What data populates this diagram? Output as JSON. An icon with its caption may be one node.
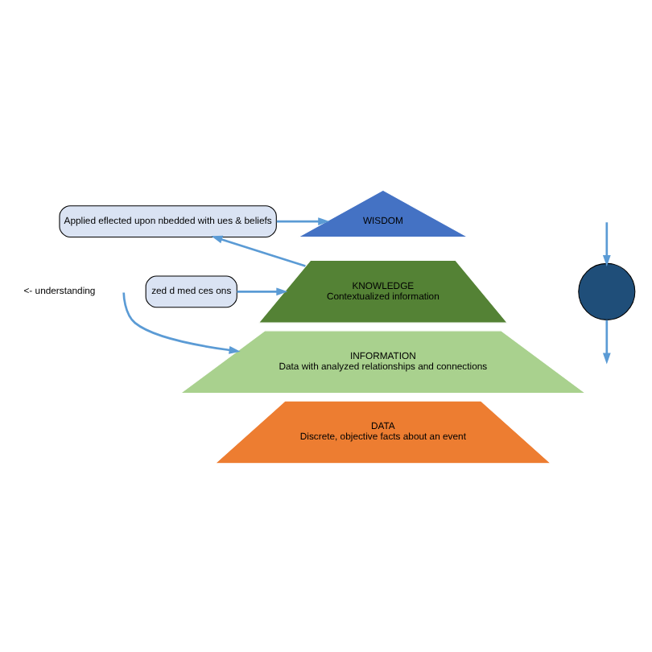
{
  "diagram": {
    "nodes": [
      {
        "text": [
          "WISDOM"
        ]
      },
      {
        "text": [
          "KNOWLEDGE",
          "Contextualized information"
        ]
      },
      {
        "text": [
          "INFORMATION",
          "Data with analyzed relationships and connections"
        ]
      },
      {
        "text": [
          "DATA",
          "Discrete, objective facts about an event"
        ]
      },
      {
        "text": [
          "Applied eflected upon nbedded with ues & beliefs"
        ]
      },
      {
        "text": [
          "zed d med ces ons"
        ]
      },
      {
        "text": [],
        "shape": "circle"
      }
    ],
    "edges": [
      {
        "from": 4,
        "to": 0,
        "arrow": "to"
      },
      {
        "from": 1,
        "to": 4,
        "arrow": "to"
      },
      {
        "from": 5,
        "to": 1,
        "arrow": "to"
      },
      {
        "from": null,
        "to": 2,
        "arrow": "to"
      },
      {
        "from": null,
        "to": 6,
        "arrow": "to"
      },
      {
        "from": 6,
        "to": null,
        "arrow": "to"
      }
    ],
    "labels": [
      "<- understanding"
    ]
  }
}
